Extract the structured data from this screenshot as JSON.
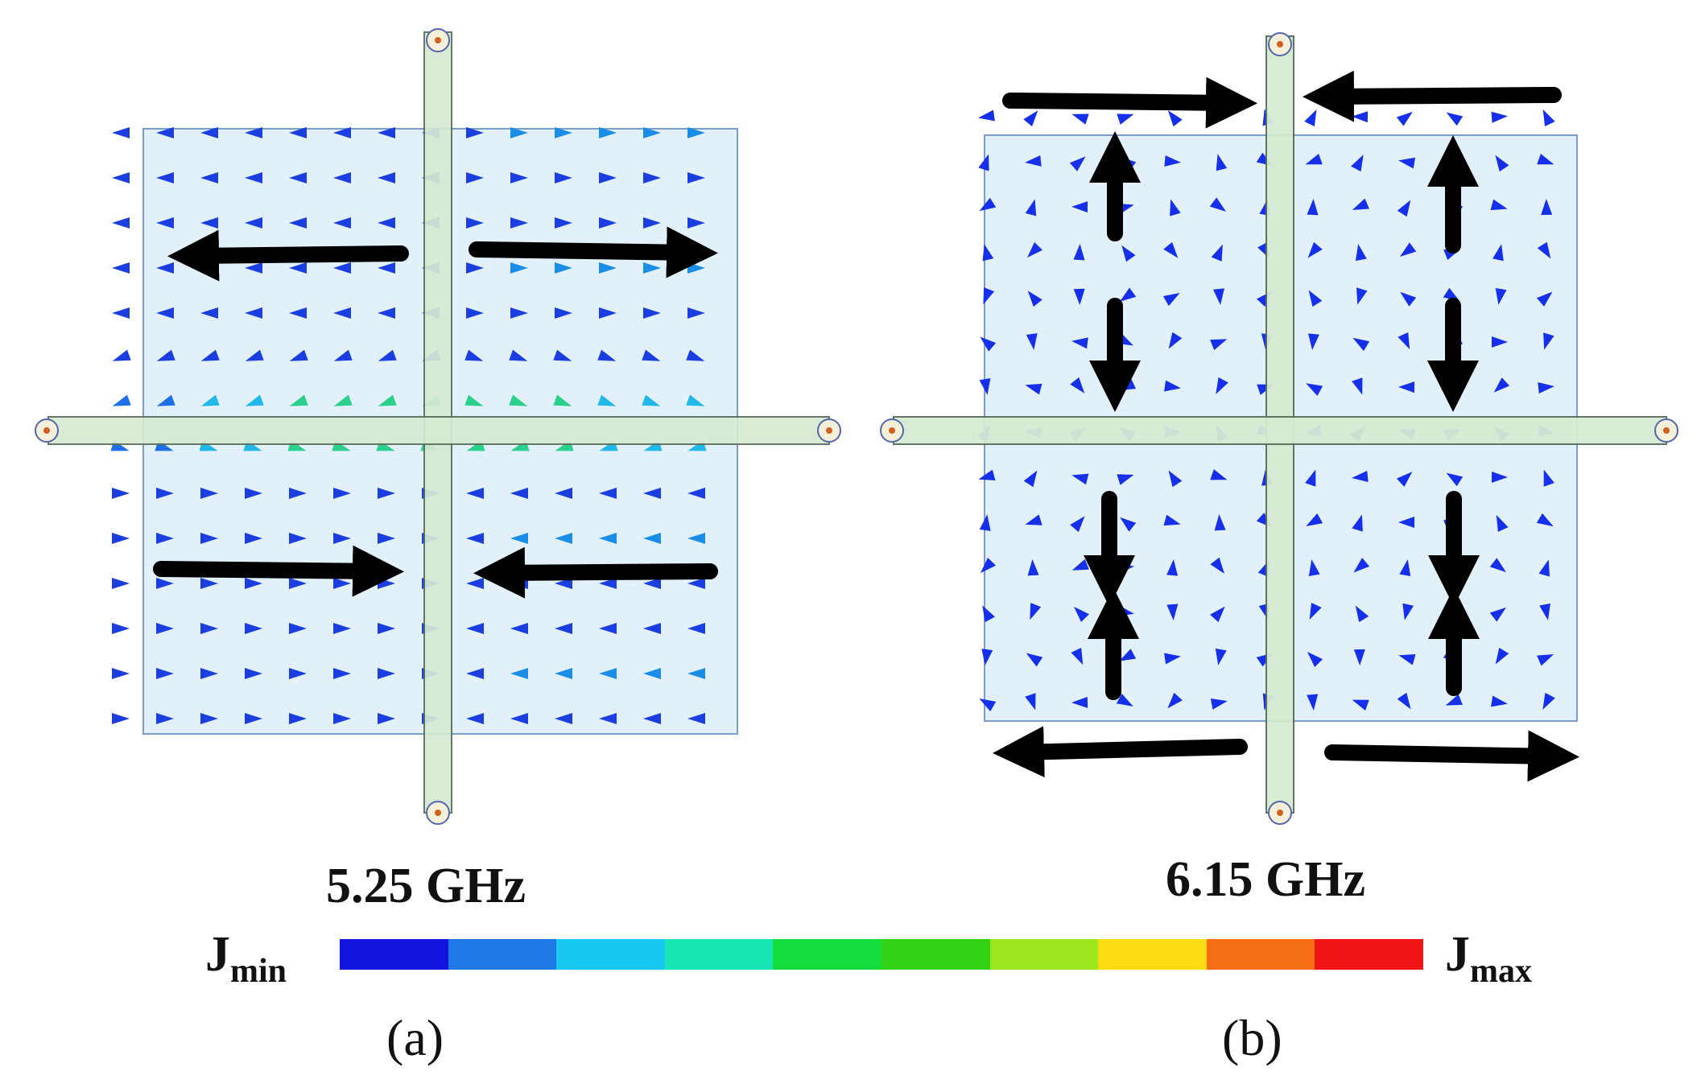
{
  "panels": [
    {
      "id": "a",
      "frequency": "5.25 GHz",
      "label": "(a)"
    },
    {
      "id": "b",
      "frequency": "6.15 GHz",
      "label": "(b)"
    }
  ],
  "colorbar": {
    "min_label": "J",
    "min_sub": "min",
    "max_label": "J",
    "max_sub": "max",
    "colors": [
      "#1414e0",
      "#1e78e6",
      "#19c8f0",
      "#18e6b4",
      "#14dc3c",
      "#32d214",
      "#9be61e",
      "#fadc14",
      "#f56e14",
      "#f01414"
    ]
  },
  "colors": {
    "patch_fill": "#e2f0fa",
    "patch_edge": "#7a9cc8",
    "strip_fill": "#d6ead2",
    "strip_edge": "#5a6e5a",
    "arrow_black": "#000000"
  }
}
